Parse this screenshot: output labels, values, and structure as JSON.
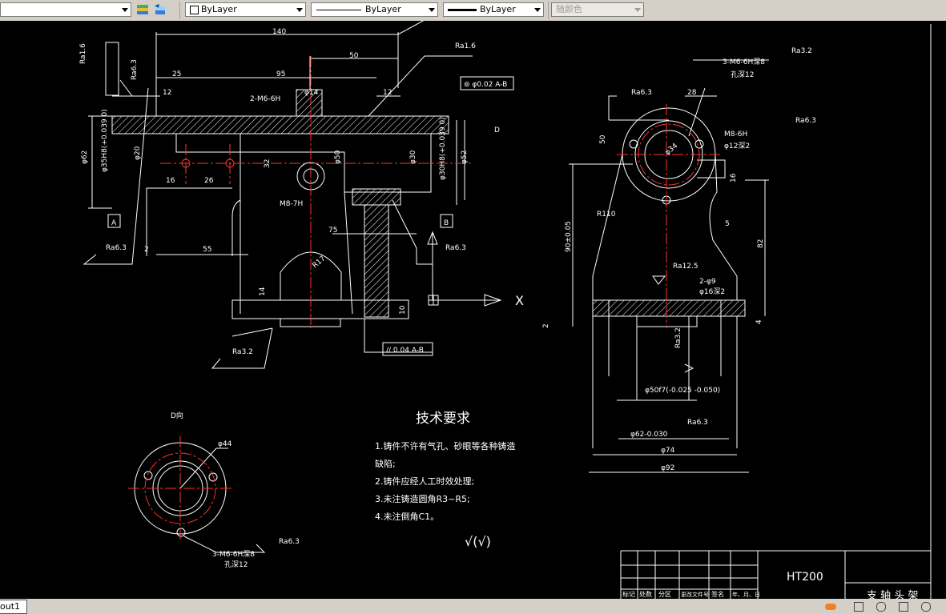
{
  "toolbar": {
    "layer_name": "",
    "color_label": "ByLayer",
    "linetype_label": "ByLayer",
    "lineweight_label": "ByLayer",
    "plotstyle_label": "随颜色"
  },
  "layout_tab": {
    "label": "out1"
  },
  "drawing": {
    "dims_front": [
      "140",
      "50",
      "25",
      "95",
      "12",
      "12",
      "φ14",
      "2-M6-6H",
      "φ62",
      "φ35H8(+0.039 0)",
      "φ20",
      "16",
      "26",
      "32",
      "M8-7H",
      "φ50",
      "φ30",
      "φ30H8(+0.039 0)",
      "φ52",
      "75",
      "2",
      "55",
      "R17",
      "14",
      "10"
    ],
    "roughness": [
      "Ra1.6",
      "Ra6.3",
      "Ra3.2",
      "Ra1.6",
      "Ra6.3",
      "Ra6.3",
      "Ra6.3",
      "Ra3.2",
      "Ra12.5",
      "Ra6.3",
      "Ra3.2",
      "Ra6.3",
      "Ra6.3",
      "Ra6.3"
    ],
    "tolerances": [
      "⊚ φ0.02 A-B",
      "// 0.04 A-B"
    ],
    "datums": [
      "A",
      "B"
    ],
    "view_label": "D",
    "axis_label": "X",
    "side_dims": [
      "3-M6-6H深8",
      "孔深12",
      "28",
      "50",
      "φ34",
      "M8-6H",
      "φ12深2",
      "16",
      "R110",
      "5",
      "90±0.05",
      "82",
      "2-φ9",
      "φ16深2",
      "2",
      "4",
      "Ra3.2",
      "φ50f7(-0.025 -0.050)",
      "φ62-0.030",
      "φ74",
      "φ92"
    ],
    "view_d_label": "D向",
    "view_d_dims": [
      "φ44",
      "3-M6-6H深8",
      "孔深12"
    ],
    "tech_title": "技术要求",
    "tech_items": [
      "1.铸件不许有气孔、砂眼等各种铸造",
      "缺陷;",
      "2.铸件应经人工时效处理;",
      "3.未注铸造圆角R3~R5;",
      "4.未注倒角C1。"
    ],
    "rough_symbol": "√(√)",
    "titleblock": {
      "material": "HT200",
      "headers": [
        "标记",
        "处数",
        "分区",
        "更改文件号",
        "签名",
        "年、月、日"
      ],
      "part_name": "支 轴 头 架"
    }
  },
  "colors": {
    "background": "#000000",
    "lines": "#ffffff",
    "centerline": "#ff2020",
    "toolbar": "#d4d0c8"
  }
}
